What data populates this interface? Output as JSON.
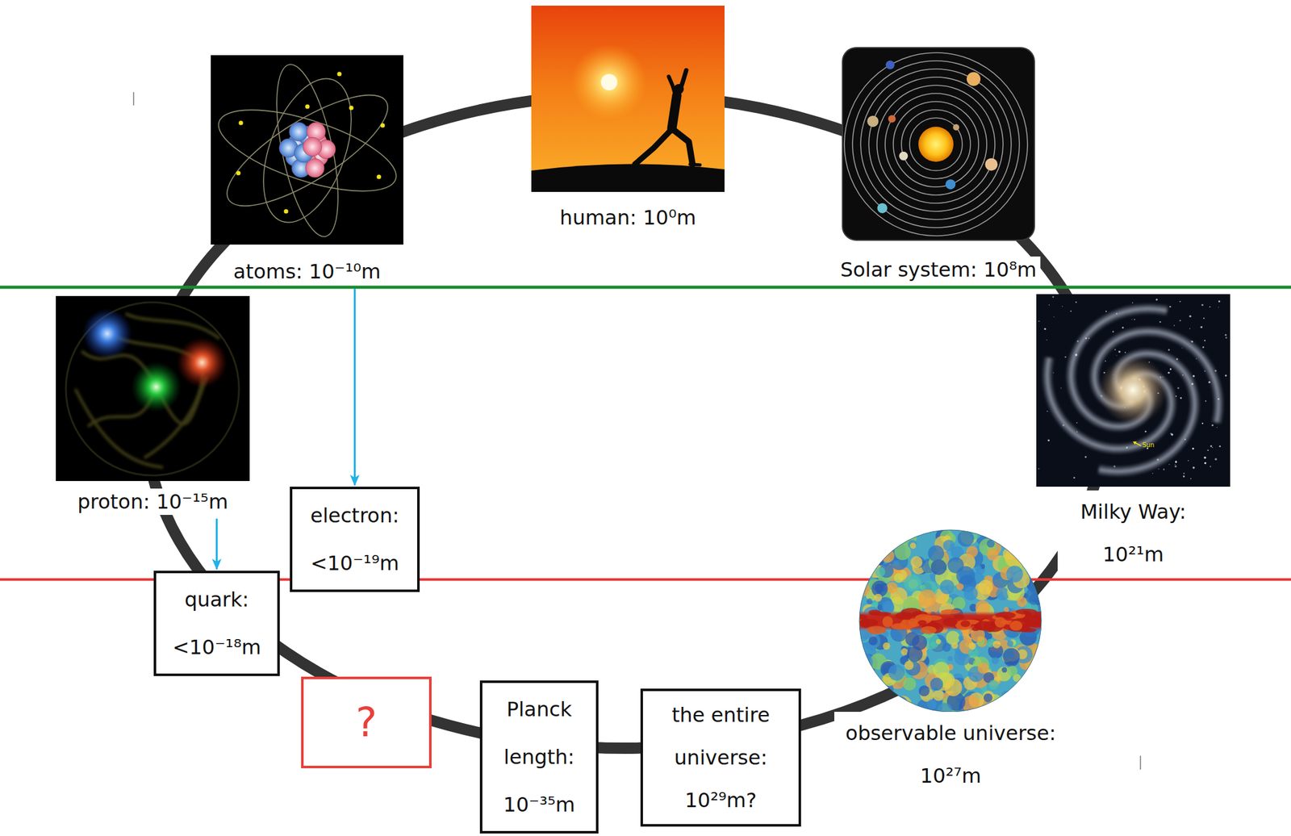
{
  "diagram": {
    "nodes": [
      {
        "text": [
          "atoms: 10⁻¹⁰m"
        ]
      },
      {
        "text": [
          "human: 10⁰m"
        ]
      },
      {
        "text": [
          "Solar system: 10⁸m"
        ]
      },
      {
        "text": [
          "proton: 10⁻¹⁵m"
        ]
      },
      {
        "text": [
          "Milky Way: 10²¹m"
        ]
      },
      {
        "text": [
          "electron: <10⁻¹⁹m"
        ]
      },
      {
        "text": [
          "quark: <10⁻¹⁸m"
        ]
      },
      {
        "text": [
          "observable universe: 10²⁷m"
        ]
      },
      {
        "text": [
          "?"
        ]
      },
      {
        "text": [
          "Planck length: 10⁻³⁵m"
        ]
      },
      {
        "text": [
          "the entire universe: 10²⁹m?"
        ]
      }
    ],
    "edges": [
      {
        "from": 0,
        "to": 5,
        "arrow": "to"
      },
      {
        "from": 3,
        "to": 6,
        "arrow": "to"
      }
    ],
    "labels": [
      "Sun"
    ]
  }
}
